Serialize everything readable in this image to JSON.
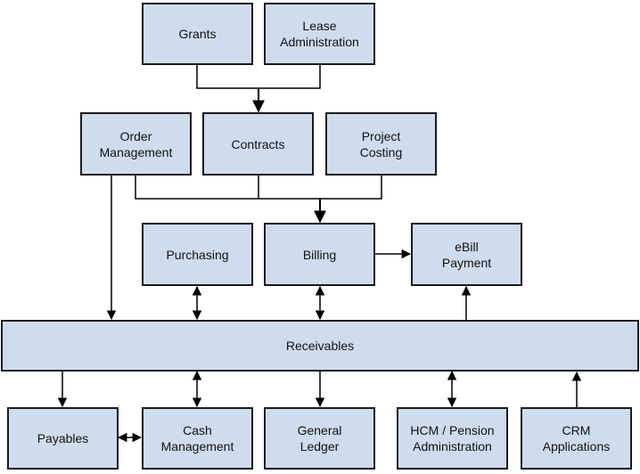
{
  "colors": {
    "node_fill": "#cfdcee",
    "node_border": "#1a1a1a",
    "line": "#000000",
    "background": "#ffffff"
  },
  "nodes": {
    "grants": "Grants",
    "lease_administration": "Lease\nAdministration",
    "order_management": "Order\nManagement",
    "contracts": "Contracts",
    "project_costing": "Project\nCosting",
    "purchasing": "Purchasing",
    "billing": "Billing",
    "ebill_payment": "eBill\nPayment",
    "receivables": "Receivables",
    "payables": "Payables",
    "cash_management": "Cash\nManagement",
    "general_ledger": "General\nLedger",
    "hcm_pension_administration": "HCM / Pension\nAdministration",
    "crm_applications": "CRM\nApplications"
  }
}
